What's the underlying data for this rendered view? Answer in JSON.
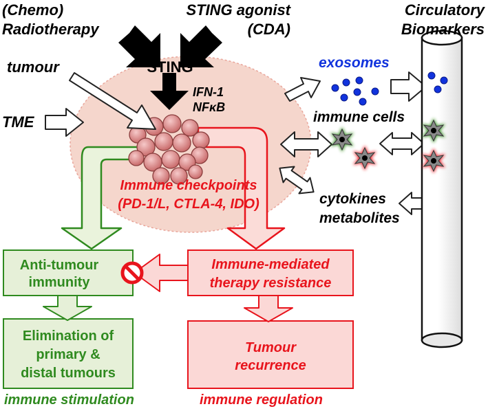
{
  "labels": {
    "chemo_line1": "(Chemo)",
    "chemo_line2": "Radiotherapy",
    "sting_agonist_line1": "STING agonist",
    "sting_agonist_line2": "(CDA)",
    "circulatory_line1": "Circulatory",
    "circulatory_line2": "Biomarkers",
    "sting": "STING",
    "tumour": "tumour",
    "tme": "TME",
    "ifn": "IFN-1",
    "nfkb": "NFκB",
    "exosomes": "exosomes",
    "immune_cells": "immune cells",
    "cytokines": "cytokines",
    "metabolites": "metabolites",
    "checkpoints_line1": "Immune checkpoints",
    "checkpoints_line2": "(PD-1/L, CTLA-4, IDO)"
  },
  "boxes": {
    "anti_line1": "Anti-tumour",
    "anti_line2": "immunity",
    "elim_line1": "Elimination of",
    "elim_line2": "primary &",
    "elim_line3": "distal tumours",
    "resist_line1": "Immune-mediated",
    "resist_line2": "therapy resistance",
    "recur_line1": "Tumour",
    "recur_line2": "recurrence"
  },
  "footer": {
    "stimulation": "immune stimulation",
    "regulation": "immune regulation"
  },
  "colors": {
    "green": "#2f8a1f",
    "red": "#e8141c",
    "blue": "#1133dd",
    "tme_fill": "#f5d6cc",
    "green_box_fill": "#e6f0d8",
    "red_box_fill": "#fbd8d6"
  },
  "icons": {
    "block": "no-entry-icon",
    "cell": "immune-cell-icon",
    "tube": "blood-vessel-tube-icon"
  }
}
